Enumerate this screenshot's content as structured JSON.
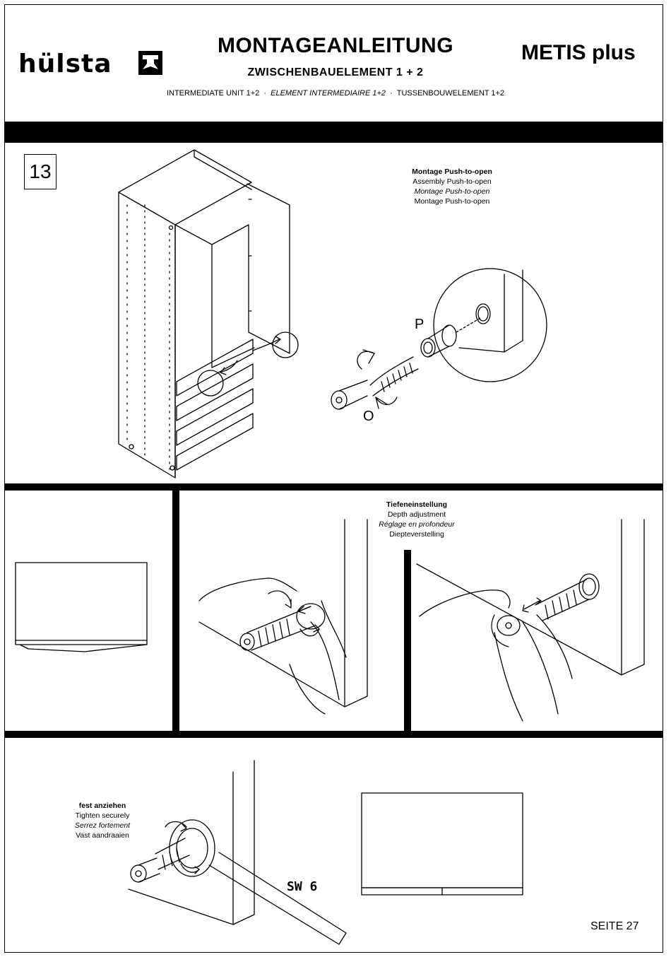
{
  "header": {
    "brand": "hülsta",
    "title": "MONTAGEANLEITUNG",
    "subtitle": "ZWISCHENBAUELEMENT 1 + 2",
    "product": "METIS plus",
    "languages": {
      "en": "INTERMEDIATE UNIT 1+2",
      "fr": "ELEMENT INTERMEDIAIRE 1+2",
      "nl": "TUSSENBOUWELEMENT 1+2"
    }
  },
  "step": {
    "number": "13"
  },
  "push_to_open": {
    "de": "Montage Push-to-open",
    "en": "Assembly Push-to-open",
    "fr": "Montage Push-to-open",
    "nl": "Montage Push-to-open",
    "label_p": "P",
    "label_o": "O"
  },
  "depth": {
    "de": "Tiefeneinstellung",
    "en": "Depth adjustment",
    "fr": "Réglage en profondeur",
    "nl": "Diepteverstelling"
  },
  "tighten": {
    "de": "fest anziehen",
    "en": "Tighten securely",
    "fr": "Serrez fortement",
    "nl": "Vast aandraaien",
    "wrench": "SW 6"
  },
  "footer": {
    "page": "SEITE 27"
  }
}
